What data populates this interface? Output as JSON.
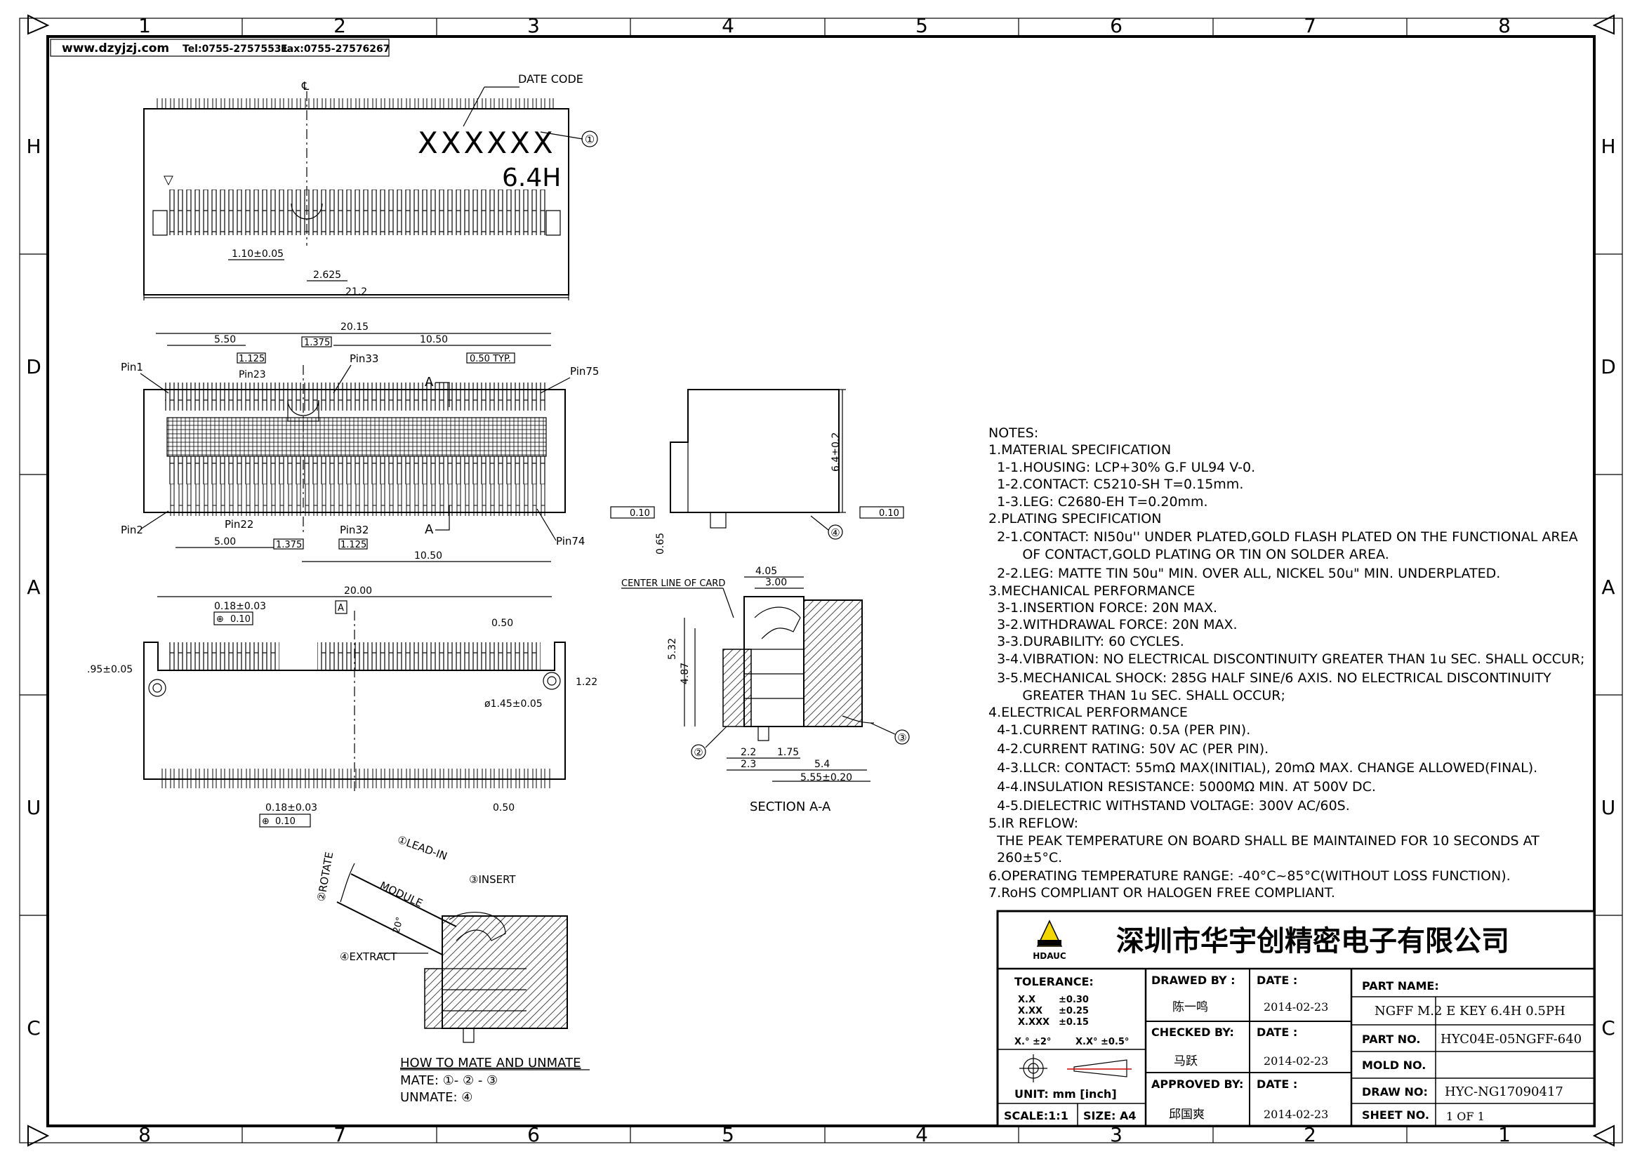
{
  "border": {
    "columns_top": [
      "1",
      "2",
      "3",
      "4",
      "5",
      "6",
      "7",
      "8"
    ],
    "columns_bottom": [
      "8",
      "7",
      "6",
      "5",
      "4",
      "3",
      "2",
      "1"
    ],
    "rows_left": [
      "H",
      "D",
      "A",
      "U",
      "C"
    ],
    "rows_right": [
      "H",
      "D",
      "A",
      "U",
      "C"
    ]
  },
  "header": {
    "website": "www.dzyjzj.com",
    "tel": "Tel:0755-27575531",
    "fax": "Fax:0755-27576267"
  },
  "top_view": {
    "date_code_label": "DATE CODE",
    "date_code_value": "XXXXXX",
    "height_mark": "6.4H",
    "callout_1": "①",
    "dim_pitch": "1.10±0.05",
    "dim_offset": "2.625",
    "dim_width": "21.2"
  },
  "front_view": {
    "dim_overall": "20.15",
    "dim_left": "5.50",
    "dim_gap": "1.375",
    "dim_right": "10.50",
    "dim_1125": "1.125",
    "dim_typ": "0.50 TYP.",
    "pin1": "Pin1",
    "pin23": "Pin23",
    "pin33": "Pin33",
    "pin75": "Pin75",
    "pin2": "Pin2",
    "pin22": "Pin22",
    "pin32": "Pin32",
    "pin74": "Pin74",
    "section_a": "A",
    "dim_bottom_left": "5.00",
    "dim_bottom_gap": "1.375",
    "dim_bottom_1125": "1.125",
    "dim_bottom_right": "10.50"
  },
  "bottom_view": {
    "dim_width": "20.00",
    "dim_tol_top": "0.18±0.03",
    "dim_pos_top": "0.10",
    "datum_a": "A",
    "dim_pitch_top": "0.50",
    "dim_hole_left": ".95±0.05",
    "dim_hole_right": "1.22",
    "dim_hole_dia": "ø1.45±0.05",
    "dim_tol_bottom": "0.18±0.03",
    "dim_pos_bottom": "0.10",
    "dim_pitch_bottom": "0.50"
  },
  "side_view": {
    "dim_height": "6.4±0.2",
    "dim_flat_left": "0.10",
    "dim_flat_right": "0.10",
    "dim_065": "0.65",
    "callout_4": "④"
  },
  "section_view": {
    "center_line": "CENTER LINE OF CARD",
    "dim_405": "4.05",
    "dim_300": "3.00",
    "dim_532": "5.32",
    "dim_487": "4.87",
    "dim_22": "2.2",
    "dim_175": "1.75",
    "dim_23": "2.3",
    "dim_54": "5.4",
    "dim_555": "5.55±0.20",
    "callout_2": "②",
    "callout_3": "③",
    "title": "SECTION   A-A"
  },
  "mating_view": {
    "lead_in": "①LEAD-IN",
    "rotate": "②ROTATE",
    "module": "MODULE",
    "insert": "③INSERT",
    "extract": "④EXTRACT",
    "angle": "20°",
    "how_to": "HOW TO MATE AND UNMATE",
    "mate": "MATE: ①- ② - ③",
    "unmate": "UNMATE: ④"
  },
  "notes": [
    "NOTES:",
    "1.MATERIAL SPECIFICATION",
    "  1-1.HOUSING: LCP+30% G.F UL94 V-0.",
    "  1-2.CONTACT: C5210-SH T=0.15mm.",
    "  1-3.LEG: C2680-EH T=0.20mm.",
    "2.PLATING SPECIFICATION",
    "  2-1.CONTACT: NI50u'' UNDER PLATED,GOLD FLASH PLATED ON THE FUNCTIONAL AREA",
    "        OF CONTACT,GOLD PLATING OR TIN ON SOLDER AREA.",
    "  2-2.LEG: MATTE TIN 50u\" MIN. OVER ALL, NICKEL 50u\" MIN. UNDERPLATED.",
    "3.MECHANICAL PERFORMANCE",
    "  3-1.INSERTION FORCE: 20N MAX.",
    "  3-2.WITHDRAWAL FORCE: 20N MAX.",
    "  3-3.DURABILITY: 60 CYCLES.",
    "  3-4.VIBRATION: NO ELECTRICAL DISCONTINUITY GREATER THAN 1u SEC. SHALL OCCUR;",
    "  3-5.MECHANICAL SHOCK: 285G HALF SINE/6 AXIS. NO ELECTRICAL DISCONTINUITY",
    "        GREATER THAN 1u SEC. SHALL OCCUR;",
    "4.ELECTRICAL PERFORMANCE",
    "  4-1.CURRENT RATING: 0.5A (PER PIN).",
    "  4-2.CURRENT RATING: 50V AC (PER PIN).",
    "  4-3.LLCR: CONTACT: 55mΩ MAX(INITIAL), 20mΩ MAX. CHANGE ALLOWED(FINAL).",
    "  4-4.INSULATION RESISTANCE: 5000MΩ MIN. AT 500V DC.",
    "  4-5.DIELECTRIC WITHSTAND VOLTAGE: 300V AC/60S.",
    "5.IR REFLOW:",
    "  THE PEAK TEMPERATURE ON BOARD SHALL BE MAINTAINED FOR 10 SECONDS AT",
    "  260±5°C.",
    "6.OPERATING TEMPERATURE RANGE: -40°C~85°C(WITHOUT LOSS FUNCTION).",
    "7.RoHS COMPLIANT OR HALOGEN FREE COMPLIANT."
  ],
  "title_block": {
    "company": "深圳市华宇创精密电子有限公司",
    "logo_text": "HDAUC",
    "tolerance_label": "TOLERANCE:",
    "tol_x": "X.X",
    "tol_x_val": "±0.30",
    "tol_xx": "X.XX",
    "tol_xx_val": "±0.25",
    "tol_xxx": "X.XXX",
    "tol_xxx_val": "±0.15",
    "tol_ang1": "X.° ±2°",
    "tol_ang2": "X.X° ±0.5°",
    "unit": "UNIT:  mm [inch]",
    "scale": "SCALE:1:1",
    "size": "SIZE: A4",
    "drawn_by_label": "DRAWED BY :",
    "drawn_by": "陈一鸣",
    "checked_by_label": "CHECKED BY:",
    "checked_by": "马跃",
    "approved_by_label": "APPROVED BY:",
    "approved_by": "邱国爽",
    "date_label": "DATE :",
    "date1": "2014-02-23",
    "date2": "2014-02-23",
    "date3": "2014-02-23",
    "part_name_label": "PART NAME:",
    "part_name": "NGFF M.2 E KEY 6.4H 0.5PH",
    "part_no_label": "PART NO.",
    "part_no": "HYC04E-05NGFF-640",
    "mold_no_label": "MOLD NO.",
    "mold_no": "",
    "draw_no_label": "DRAW NO:",
    "draw_no": "HYC-NG17090417",
    "sheet_no_label": "SHEET NO.",
    "sheet_no": "1 OF 1"
  }
}
